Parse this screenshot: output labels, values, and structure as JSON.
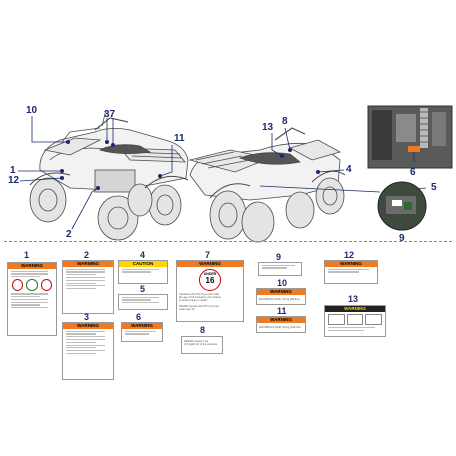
{
  "callouts": {
    "c10": "10",
    "c37": "37",
    "c11": "11",
    "c1": "1",
    "c12": "12",
    "c2": "2",
    "c13": "13",
    "c8": "8",
    "c4": "4",
    "c6": "6",
    "c5": "5",
    "c9": "9"
  },
  "labels": {
    "l1": {
      "num": "1",
      "header": "WARNING"
    },
    "l2": {
      "num": "2",
      "header": "WARNING"
    },
    "l3": {
      "num": "3",
      "header": "WARNING"
    },
    "l4": {
      "num": "4",
      "header": "CAUTION"
    },
    "l5": {
      "num": "5"
    },
    "l6": {
      "num": "6",
      "header": "WARNING"
    },
    "l7": {
      "num": "7",
      "header": "WARNING",
      "badge_top": "UNDER",
      "badge_num": "16",
      "body": "Operating this ATV if you are under\nthe age of 16 increases your chance\nof severe injury or death.\n\nNEVER operate this ATV if you are\nunder age 16."
    },
    "l8": {
      "num": "8",
      "text": "NEVER exceed 7 psi\n(0.5 kgf/cm2) of tire pressure"
    },
    "l9": {
      "num": "9"
    },
    "l10": {
      "num": "10",
      "header": "WARNING",
      "text": "MAXIMUM LOAD: 30 kg (66 lbs)"
    },
    "l11": {
      "num": "11",
      "header": "WARNING",
      "text": "MAXIMUM LOAD: 60 kg (132 lbs)"
    },
    "l12": {
      "num": "12",
      "header": "WARNING"
    },
    "l13": {
      "num": "13",
      "header": "WARNING"
    }
  },
  "colors": {
    "callout": "#1b2a6b",
    "warning": "#f07a22",
    "caution": "#ffd400",
    "leader": "#1b2a6b"
  }
}
